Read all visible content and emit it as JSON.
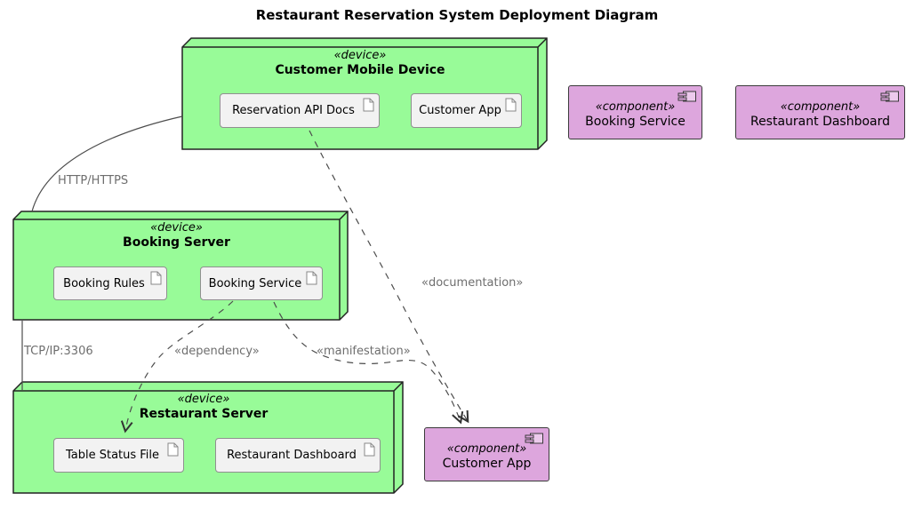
{
  "title": "Restaurant Reservation System Deployment Diagram",
  "nodes": [
    {
      "stereotype": "«device»",
      "name": "Customer Mobile Device",
      "artifacts": [
        {
          "name": "Reservation API Docs"
        },
        {
          "name": "Customer App"
        }
      ]
    },
    {
      "stereotype": "«device»",
      "name": "Booking Server",
      "artifacts": [
        {
          "name": "Booking Rules"
        },
        {
          "name": "Booking Service"
        }
      ]
    },
    {
      "stereotype": "«device»",
      "name": "Restaurant Server",
      "artifacts": [
        {
          "name": "Table Status File"
        },
        {
          "name": "Restaurant Dashboard"
        }
      ]
    }
  ],
  "components": [
    {
      "stereotype": "«component»",
      "name": "Booking Service"
    },
    {
      "stereotype": "«component»",
      "name": "Restaurant Dashboard"
    },
    {
      "stereotype": "«component»",
      "name": "Customer App"
    }
  ],
  "edges": [
    {
      "label": "HTTP/HTTPS",
      "style": "solid",
      "from": "Customer Mobile Device",
      "to": "Booking Server"
    },
    {
      "label": "TCP/IP:3306",
      "style": "solid",
      "from": "Booking Server",
      "to": "Restaurant Server"
    },
    {
      "label": "«dependency»",
      "style": "dashed-arrow",
      "from": "Booking Service",
      "to": "Table Status File"
    },
    {
      "label": "«manifestation»",
      "style": "dashed-arrow",
      "from": "Booking Service",
      "to": "Customer App"
    },
    {
      "label": "«documentation»",
      "style": "dashed-arrow",
      "from": "Reservation API Docs",
      "to": "Customer App"
    }
  ],
  "colors": {
    "device_fill": "#98fb98",
    "device_border": "#222222",
    "component_fill": "#dda6dd",
    "component_border": "#3a3a3a",
    "artifact_fill": "#f2f2f2",
    "artifact_border": "#909090",
    "edge_stroke": "#4c4c4c",
    "edge_label_text": "#6e6e6e",
    "text": "#000000",
    "background": "#ffffff"
  }
}
